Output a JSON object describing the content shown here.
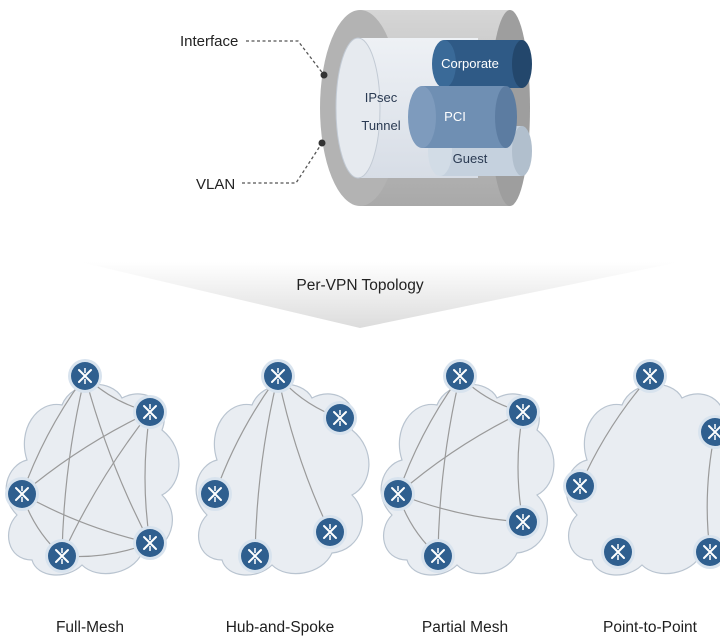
{
  "tunnel_labels": {
    "interface": "Interface",
    "vlan": "VLAN",
    "ipsec_line1": "IPsec",
    "ipsec_line2": "Tunnel",
    "corporate": "Corporate",
    "pci": "PCI",
    "guest": "Guest"
  },
  "topology_banner": "Per-VPN Topology",
  "topologies": [
    {
      "name": "Full-Mesh"
    },
    {
      "name": "Hub-and-Spoke"
    },
    {
      "name": "Partial Mesh"
    },
    {
      "name": "Point-to-Point"
    }
  ],
  "colors": {
    "router_fill": "#2f5f8f",
    "router_ring": "#d8e3ee",
    "cloud_fill": "#e9edf2",
    "cloud_stroke": "#b9c4d0",
    "link_stroke": "#9a9a9a",
    "corporate": "#2f5a86",
    "pci": "#6f8fb3",
    "guest": "#c5d1de",
    "tube_outer": "#c7c7c7"
  },
  "icon_names": [
    "router-icon"
  ]
}
